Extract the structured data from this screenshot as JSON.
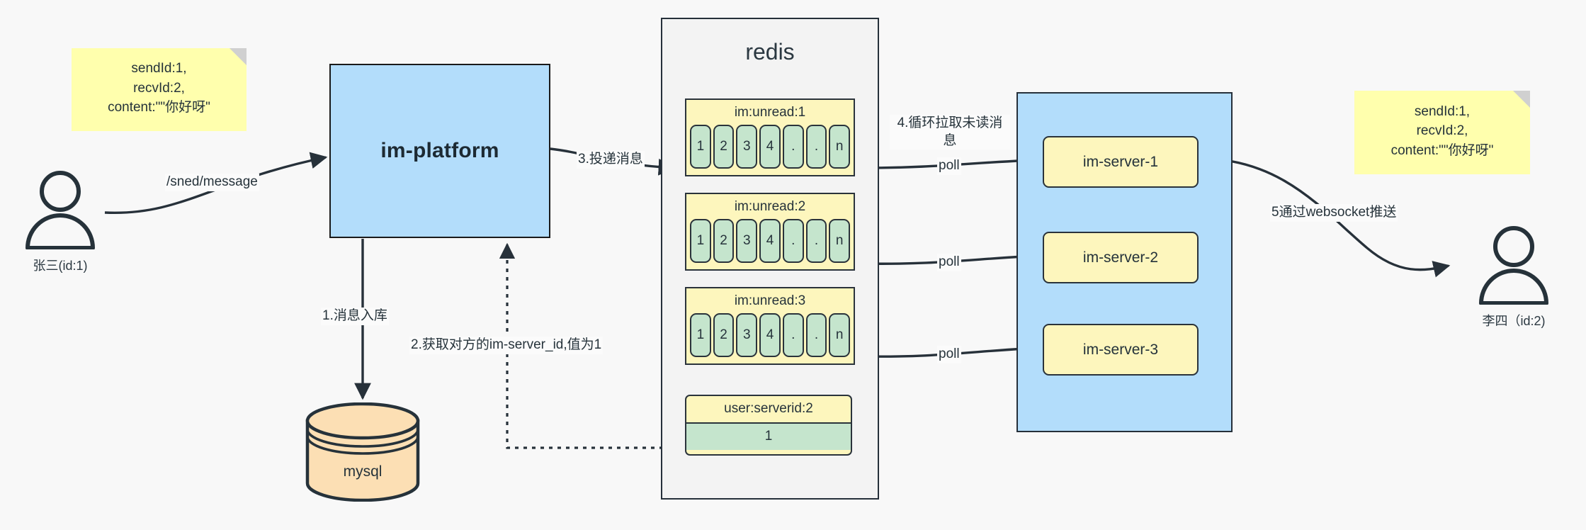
{
  "diagram": {
    "title": "IM message delivery architecture",
    "colors": {
      "background": "#f8f8f8",
      "sticky": "#ffffad",
      "blue": "#b3ddfb",
      "yellow": "#fdf6bd",
      "green": "#c5e5cd",
      "orange": "#fcdfb4",
      "stroke": "#26303a"
    }
  },
  "notes": {
    "left": "sendId:1,\nrecvId:2,\ncontent:\"\"你好呀\"",
    "right": "sendId:1,\nrecvId:2,\ncontent:\"\"你好呀\""
  },
  "actors": {
    "sender": {
      "caption": "张三(id:1)",
      "icon": "person-icon"
    },
    "receiver": {
      "caption": "李四（id:2)",
      "icon": "person-icon"
    }
  },
  "platform": {
    "label": "im-platform"
  },
  "database": {
    "label": "mysql",
    "shape": "cylinder-icon"
  },
  "redis": {
    "title": "redis",
    "lists": [
      {
        "key": "im:unread:1",
        "cells": [
          "1",
          "2",
          "3",
          "4",
          ".",
          ".",
          "n"
        ]
      },
      {
        "key": "im:unread:2",
        "cells": [
          "1",
          "2",
          "3",
          "4",
          ".",
          ".",
          "n"
        ]
      },
      {
        "key": "im:unread:3",
        "cells": [
          "1",
          "2",
          "3",
          "4",
          ".",
          ".",
          "n"
        ]
      }
    ],
    "entry": {
      "key": "user:serverid:2",
      "value": "1"
    }
  },
  "server_group": {
    "servers": [
      {
        "label": "im-server-1"
      },
      {
        "label": "im-server-2"
      },
      {
        "label": "im-server-3"
      }
    ]
  },
  "edges": {
    "send_message": "/sned/message",
    "step1": "1.消息入库",
    "step2": "2.获取对方的im-server_id,值为1",
    "step3": "3.投递消息",
    "step4": "4.循环拉取未读消息",
    "step5": "5通过websocket推送",
    "poll1": "poll",
    "poll2": "poll",
    "poll3": "poll"
  }
}
